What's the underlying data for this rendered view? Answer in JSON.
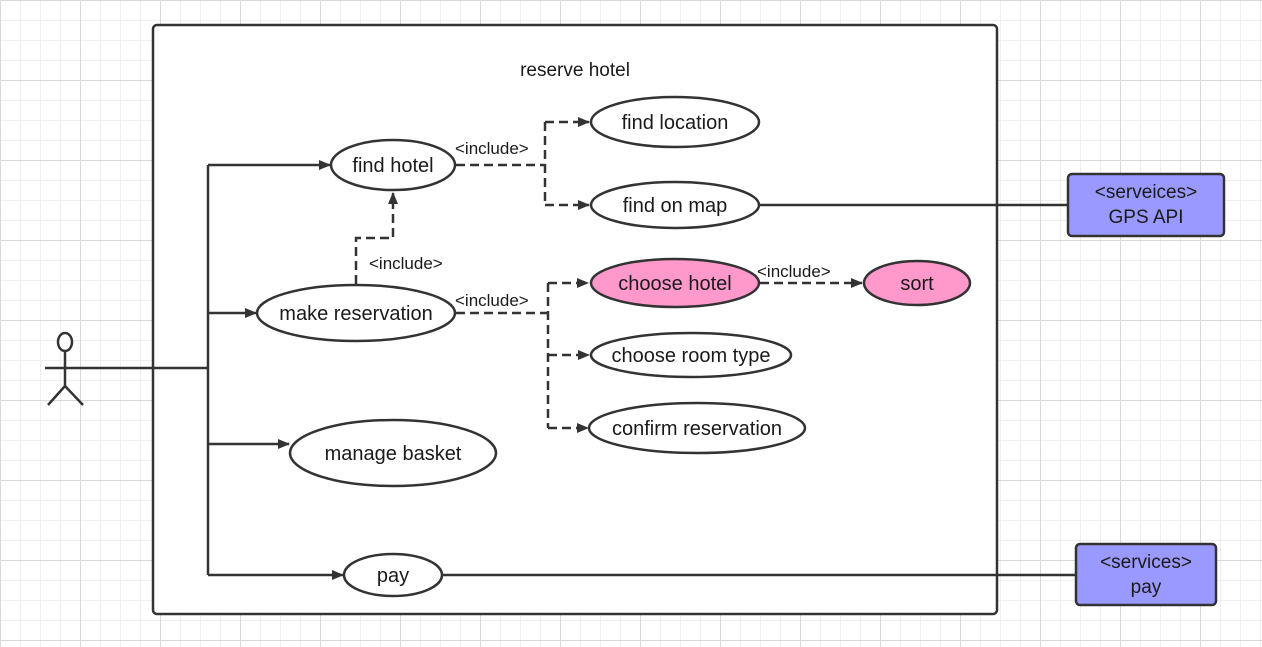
{
  "system": {
    "title": "reserve hotel"
  },
  "use_cases": {
    "find_hotel": "find hotel",
    "find_location": "find location",
    "find_on_map": "find on map",
    "make_reservation": "make reservation",
    "choose_hotel": "choose hotel",
    "sort": "sort",
    "choose_room_type": "choose room type",
    "confirm_reservation": "confirm reservation",
    "manage_basket": "manage basket",
    "pay": "pay"
  },
  "relations": {
    "include_find_hotel": "<include>",
    "include_make_to_find": "<include>",
    "include_make_reservation": "<include>",
    "include_choose_hotel": "<include>"
  },
  "services": {
    "gps": {
      "stereotype": "<serveices>",
      "name": "GPS API"
    },
    "pay": {
      "stereotype": "<services>",
      "name": "pay"
    }
  },
  "colors": {
    "highlight": "#ff99cc",
    "service": "#9999ff",
    "stroke": "#333333"
  }
}
